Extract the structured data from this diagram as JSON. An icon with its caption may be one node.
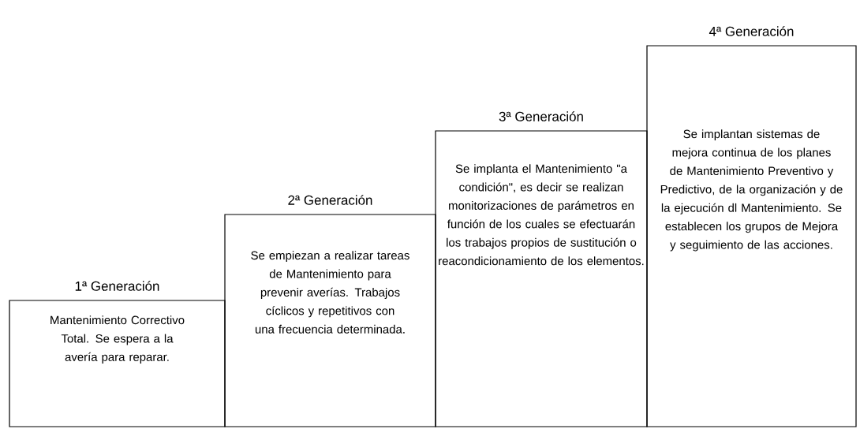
{
  "diagram": {
    "nodes": [
      {
        "text": [
          "1ª Generación",
          "Mantenimiento Correctivo Total. Se espera a la avería para reparar."
        ]
      },
      {
        "text": [
          "2ª Generación",
          "Se empiezan a realizar tareas de Mantenimiento para prevenir averías. Trabajos cíclicos y repetitivos con una frecuencia determinada."
        ]
      },
      {
        "text": [
          "3ª Generación",
          "Se implanta el Mantenimiento \"a condición\", es decir se realizan monitorizaciones de parámetros en función de los cuales se efectuarán los trabajos propios de sustitución o reacondicionamiento de los elementos."
        ]
      },
      {
        "text": [
          "4ª Generación",
          "Se implantan sistemas de mejora continua de los planes de Mantenimiento Preventivo y Predictivo, de la organización y de la ejecución dl Mantenimiento. Se establecen los grupos de Mejora y seguimiento de las acciones."
        ]
      }
    ]
  }
}
